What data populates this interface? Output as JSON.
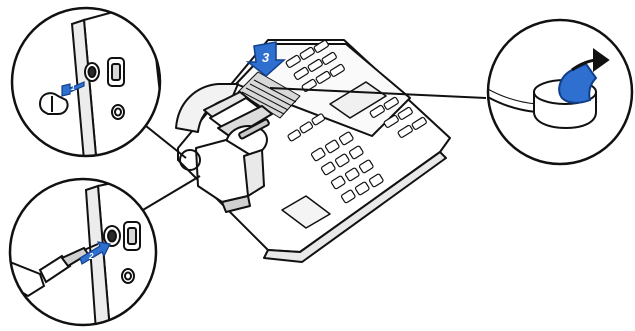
{
  "diagram": {
    "steps": [
      {
        "label": "1"
      },
      {
        "label": "2"
      },
      {
        "label": "3"
      }
    ],
    "colors": {
      "line": "#111111",
      "fill": "#ffffff",
      "accent_blue": "#2f6fd0",
      "accent_blue_dark": "#123f8a",
      "shade": "#cfcfcf"
    },
    "icons": {
      "callout_top_left": "remove-plug-icon",
      "callout_bottom_left": "insert-jack-icon",
      "callout_right": "peel-adhesive-icon",
      "phone": "desk-phone-illustration",
      "lifter": "handset-lifter-illustration"
    }
  }
}
